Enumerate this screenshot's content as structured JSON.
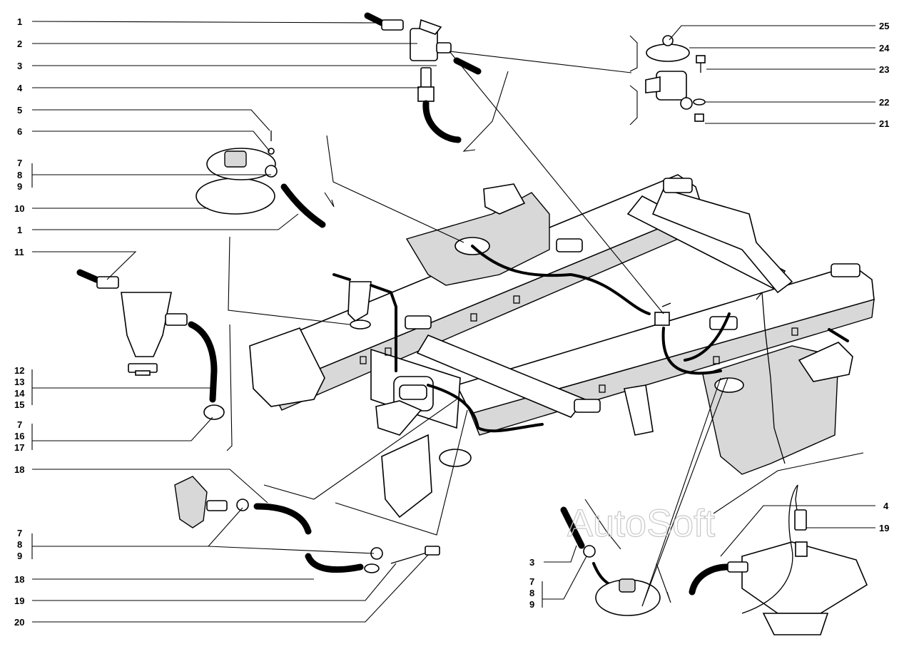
{
  "callouts": [
    {
      "id": "l-1a",
      "text": "1"
    },
    {
      "id": "l-2",
      "text": "2"
    },
    {
      "id": "l-3a",
      "text": "3"
    },
    {
      "id": "l-4a",
      "text": "4"
    },
    {
      "id": "l-5",
      "text": "5"
    },
    {
      "id": "l-6",
      "text": "6"
    },
    {
      "id": "l-7a",
      "text": "7"
    },
    {
      "id": "l-8a",
      "text": "8"
    },
    {
      "id": "l-9a",
      "text": "9"
    },
    {
      "id": "l-10",
      "text": "10"
    },
    {
      "id": "l-1b",
      "text": "1"
    },
    {
      "id": "l-11",
      "text": "11"
    },
    {
      "id": "l-12",
      "text": "12"
    },
    {
      "id": "l-13",
      "text": "13"
    },
    {
      "id": "l-14",
      "text": "14"
    },
    {
      "id": "l-15",
      "text": "15"
    },
    {
      "id": "l-7b",
      "text": "7"
    },
    {
      "id": "l-16",
      "text": "16"
    },
    {
      "id": "l-17",
      "text": "17"
    },
    {
      "id": "l-18a",
      "text": "18"
    },
    {
      "id": "l-7c",
      "text": "7"
    },
    {
      "id": "l-8c",
      "text": "8"
    },
    {
      "id": "l-9c",
      "text": "9"
    },
    {
      "id": "l-18b",
      "text": "18"
    },
    {
      "id": "l-19a",
      "text": "19"
    },
    {
      "id": "l-20",
      "text": "20"
    },
    {
      "id": "l-25",
      "text": "25"
    },
    {
      "id": "l-24",
      "text": "24"
    },
    {
      "id": "l-23",
      "text": "23"
    },
    {
      "id": "l-22",
      "text": "22"
    },
    {
      "id": "l-21",
      "text": "21"
    },
    {
      "id": "l-3b",
      "text": "3"
    },
    {
      "id": "l-7d",
      "text": "7"
    },
    {
      "id": "l-8d",
      "text": "8"
    },
    {
      "id": "l-9d",
      "text": "9"
    },
    {
      "id": "l-4b",
      "text": "4"
    },
    {
      "id": "l-19b",
      "text": "19"
    }
  ],
  "watermark": "AutoSoft"
}
